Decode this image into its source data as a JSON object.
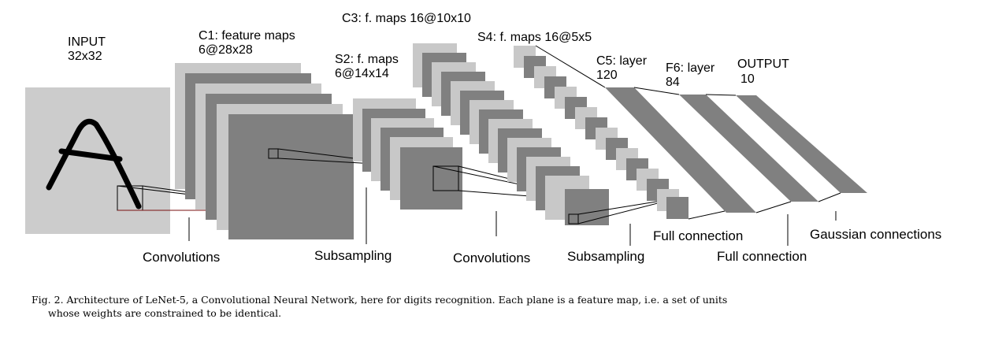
{
  "diagram": {
    "input_label_line1": "INPUT",
    "input_label_line2": "32x32",
    "c1_label_line1": "C1: feature maps",
    "c1_label_line2": "6@28x28",
    "s2_label_line1": "S2: f. maps",
    "s2_label_line2": "6@14x14",
    "c3_label": "C3: f. maps 16@10x10",
    "s4_label": "S4: f. maps 16@5x5",
    "c5_label_line1": "C5: layer",
    "c5_label_line2": "120",
    "f6_label_line1": "F6: layer",
    "f6_label_line2": "84",
    "output_label_line1": "OUTPUT",
    "output_label_line2": "10",
    "op_convolutions_1": "Convolutions",
    "op_subsampling_1": "Subsampling",
    "op_convolutions_2": "Convolutions",
    "op_subsampling_2": "Subsampling",
    "op_full_connection_1": "Full connection",
    "op_full_connection_2": "Full connection",
    "op_gaussian": "Gaussian connections"
  },
  "caption": {
    "line1": "Fig. 2.   Architecture of LeNet-5, a Convolutional Neural Network, here for digits recognition.  Each plane is a feature map, i.e. a set of units",
    "line2": "whose weights are constrained to be identical."
  },
  "colors": {
    "light_gray": "#c8c8c8",
    "dark_gray": "#808080",
    "input_gray": "#cccccc",
    "stroke": "#000000"
  }
}
